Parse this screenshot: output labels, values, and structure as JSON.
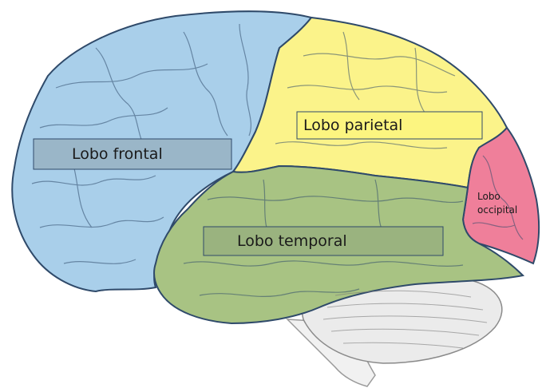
{
  "colors": {
    "frontal": "#a9cfea",
    "parietal": "#fbf38a",
    "temporal": "#a8c383",
    "occipital": "#ef7f9a",
    "cerebellum": "#ebebeb",
    "brainstem": "#f1f1f1",
    "frontal_label_bg": "#9ab6c8",
    "parietal_label_bg": "#fcf580",
    "temporal_label_bg": "#9ab37f",
    "outline": "#2f4a6a"
  },
  "labels": {
    "frontal": "Lobo frontal",
    "parietal": "Lobo parietal",
    "temporal": "Lobo temporal",
    "occipital_line1": "Lobo",
    "occipital_line2": "occipital"
  }
}
